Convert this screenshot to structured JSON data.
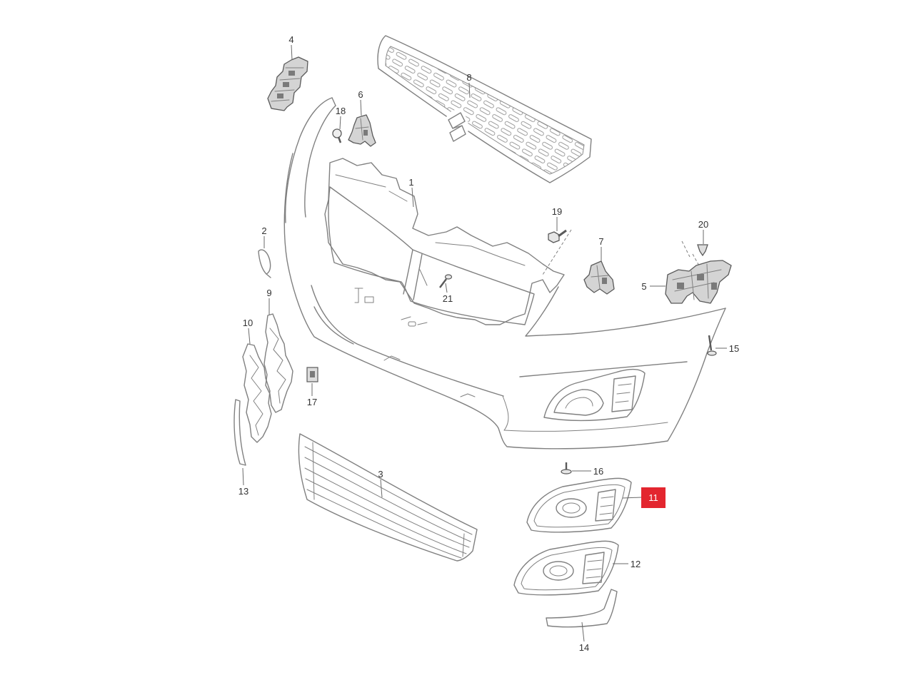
{
  "diagram": {
    "callouts": [
      {
        "label": "1"
      },
      {
        "label": "2"
      },
      {
        "label": "3"
      },
      {
        "label": "4"
      },
      {
        "label": "5"
      },
      {
        "label": "6"
      },
      {
        "label": "7"
      },
      {
        "label": "8"
      },
      {
        "label": "9"
      },
      {
        "label": "10"
      },
      {
        "label": "11",
        "highlighted": true
      },
      {
        "label": "12"
      },
      {
        "label": "13"
      },
      {
        "label": "14"
      },
      {
        "label": "15"
      },
      {
        "label": "16"
      },
      {
        "label": "17"
      },
      {
        "label": "18"
      },
      {
        "label": "19"
      },
      {
        "label": "20"
      },
      {
        "label": "21"
      }
    ],
    "colors": {
      "line": "#808080",
      "label": "#333333",
      "highlight_fill": "#e3262f",
      "highlight_text": "#ffffff",
      "background": "#ffffff"
    }
  }
}
